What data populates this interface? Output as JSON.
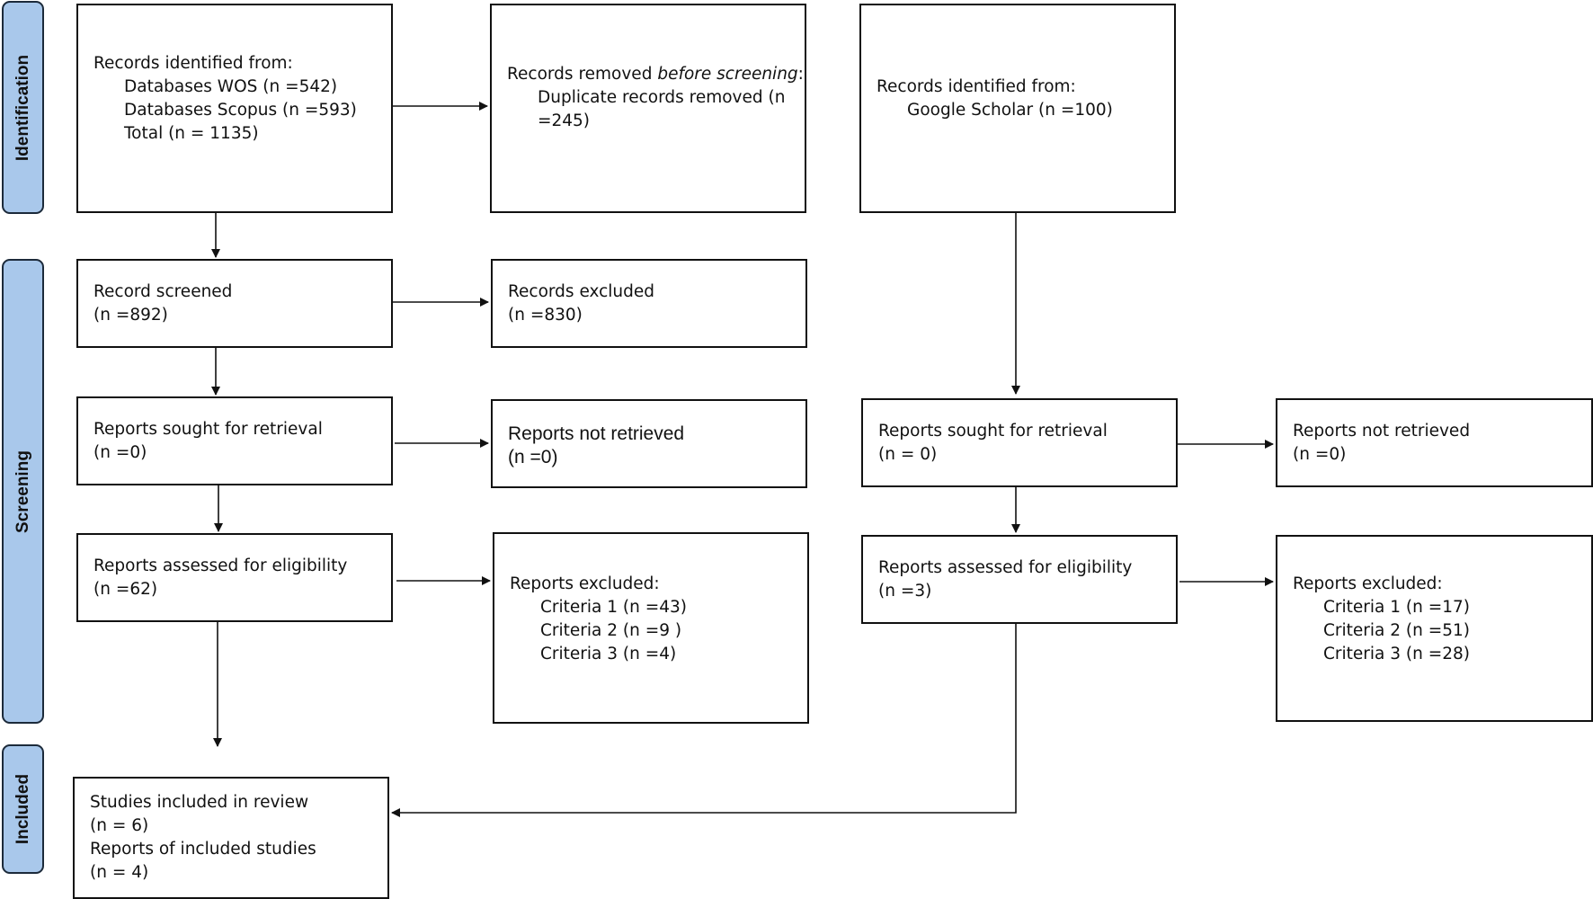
{
  "phases": {
    "identification": "Identification",
    "screening": "Screening",
    "included": "Included"
  },
  "boxes": {
    "records_identified_db": {
      "heading": "Records identified from:",
      "wos": "Databases WOS (n =542)",
      "scopus": "Databases Scopus (n =593)",
      "total": "Total (n = 1135)"
    },
    "records_removed": {
      "heading_prefix": "Records removed ",
      "heading_emphasis": "before screening",
      "heading_suffix": ":",
      "detail_1": "Duplicate records removed (n",
      "detail_2": "=245)"
    },
    "records_identified_scholar": {
      "heading": "Records identified from:",
      "source": "Google Scholar (n =100)"
    },
    "record_screened": {
      "title": "Record screened",
      "count": "(n =892)"
    },
    "records_excluded": {
      "title": "Records excluded",
      "count": "(n =830)"
    },
    "reports_sought_left": {
      "title": "Reports sought for retrieval",
      "count": "(n =0)"
    },
    "reports_not_retrieved_left": {
      "title": "Reports not retrieved",
      "count": "(n =0)"
    },
    "reports_sought_right": {
      "title": "Reports sought for retrieval",
      "count": "(n = 0)"
    },
    "reports_not_retrieved_right": {
      "title": "Reports not retrieved",
      "count": "(n =0)"
    },
    "assessed_left": {
      "title": "Reports assessed for eligibility",
      "count": "(n =62)"
    },
    "excluded_left": {
      "heading": "Reports excluded:",
      "criteria_1": "Criteria 1 (n =43)",
      "criteria_2": "Criteria  2 (n =9 )",
      "criteria_3": "Criteria 3 (n =4)"
    },
    "assessed_right": {
      "title": "Reports assessed for eligibility",
      "count": "(n =3)"
    },
    "excluded_right": {
      "heading": "Reports excluded:",
      "criteria_1": "Criteria 1 (n =17)",
      "criteria_2": "Criteria 2 (n =51)",
      "criteria_3": "Criteria 3 (n =28)"
    },
    "included": {
      "studies": "Studies included in review",
      "studies_count": "(n = 6)",
      "reports": "Reports of included studies",
      "reports_count": "(n = 4)"
    }
  },
  "colors": {
    "phase_fill": "#a9c8eb",
    "phase_border": "#1c2a3a",
    "line": "#111111"
  }
}
